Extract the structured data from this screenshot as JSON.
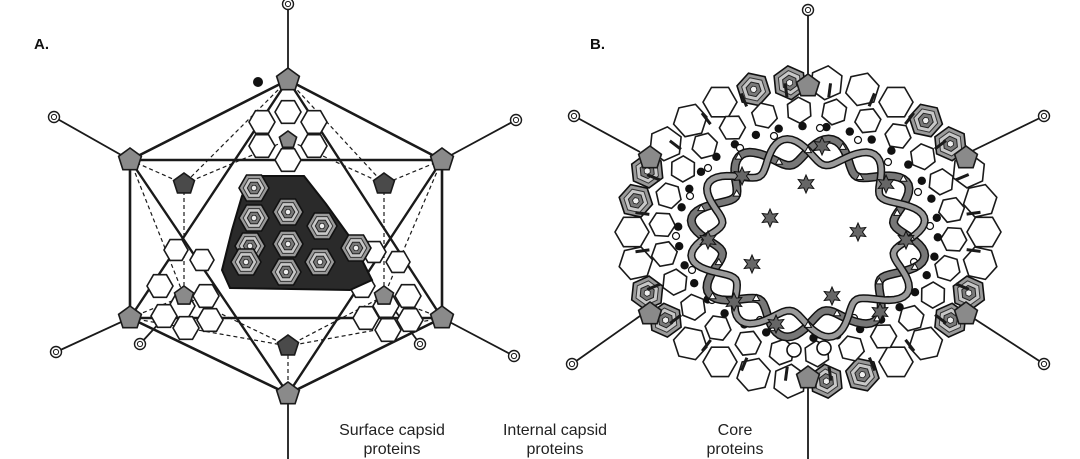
{
  "panels": [
    {
      "id": "A",
      "label": "A.",
      "subject": "icosahedral capsid"
    },
    {
      "id": "B",
      "label": "B.",
      "subject": "capsid cross-section"
    }
  ],
  "legend": [
    {
      "line1": "Surface capsid",
      "line2": "proteins"
    },
    {
      "line1": "Internal capsid",
      "line2": "proteins"
    },
    {
      "line1": "Core",
      "line2": "proteins"
    }
  ],
  "colors": {
    "line": "#1a1a1a",
    "pentagon_fill": "#8a8a8a",
    "hexagon_fill": "#9a9a9a",
    "dark_fill": "#2a2a2a",
    "core_strand": "#777777"
  }
}
